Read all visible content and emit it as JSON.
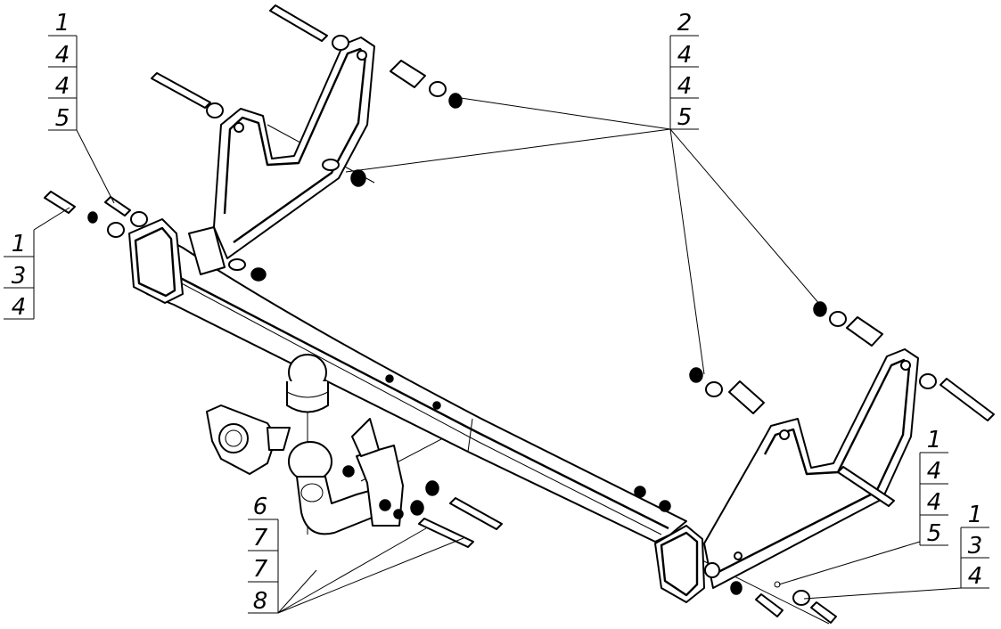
{
  "callouts": [
    {
      "rows": [
        "1",
        "4",
        "4",
        "5"
      ]
    },
    {
      "rows": [
        "1",
        "3",
        "4"
      ]
    },
    {
      "rows": [
        "2",
        "4",
        "4",
        "5"
      ]
    },
    {
      "rows": [
        "6",
        "7",
        "7",
        "8"
      ]
    },
    {
      "rows": [
        "1",
        "4",
        "4",
        "5"
      ]
    },
    {
      "rows": [
        "1",
        "3",
        "4"
      ]
    }
  ],
  "colors": {
    "ink": "#000000",
    "paper": "#ffffff"
  }
}
